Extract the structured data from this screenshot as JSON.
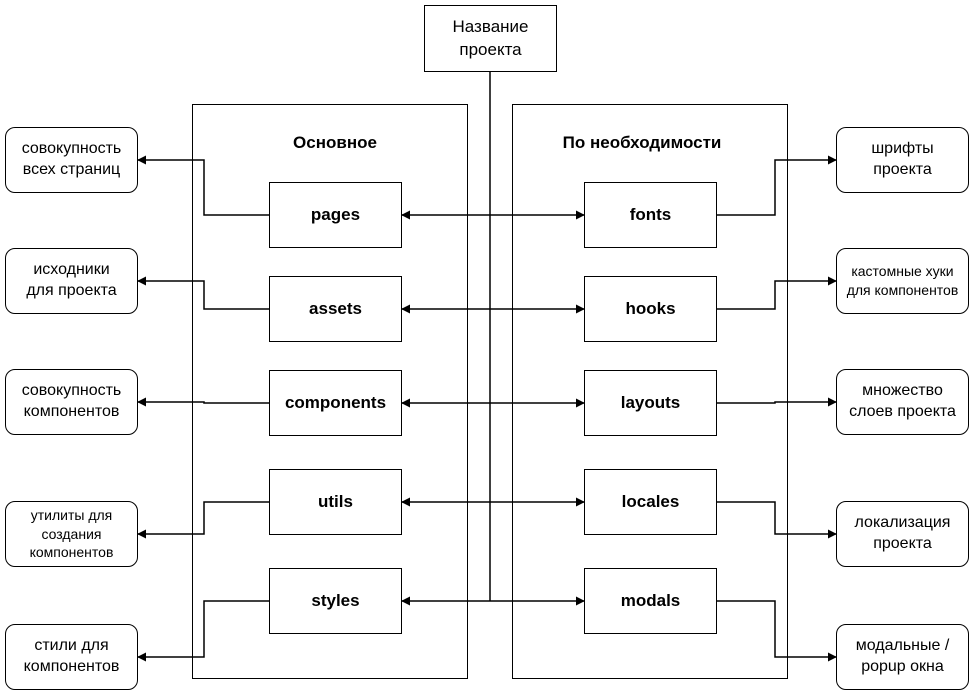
{
  "title": "Название\nпроекта",
  "groups": {
    "left": {
      "label": "Основное"
    },
    "right": {
      "label": "По необходимости"
    }
  },
  "left_folders": [
    {
      "label": "pages",
      "description": "совокупность\nвсех страниц"
    },
    {
      "label": "assets",
      "description": "исходники\nдля проекта"
    },
    {
      "label": "components",
      "description": "совокупность\nкомпонентов"
    },
    {
      "label": "utils",
      "description": "утилиты для\nсоздания\nкомпонентов"
    },
    {
      "label": "styles",
      "description": "стили для\nкомпонентов"
    }
  ],
  "right_folders": [
    {
      "label": "fonts",
      "description": "шрифты\nпроекта"
    },
    {
      "label": "hooks",
      "description": "кастомные хуки\nдля компонентов"
    },
    {
      "label": "layouts",
      "description": "множество\nслоев проекта"
    },
    {
      "label": "locales",
      "description": "локализация\nпроекта"
    },
    {
      "label": "modals",
      "description": "модальные /\npopup окна"
    }
  ]
}
